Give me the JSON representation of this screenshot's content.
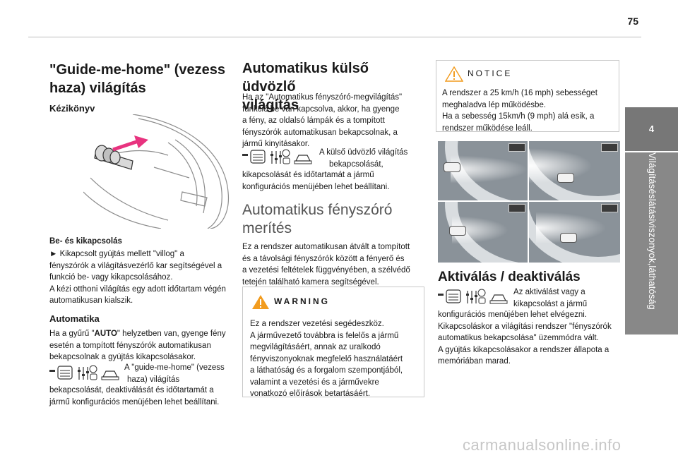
{
  "page_number": "75",
  "side_tab": {
    "number": "4",
    "label": "Világításéslátásiviszonyok,láthatóság"
  },
  "col1": {
    "title_line1": "\"Guide-me-home\" (vezess",
    "title_line2": "haza) világítás",
    "manual_heading": "Kézikönyv",
    "onoff_heading": "Be- és kikapcsolás",
    "onoff_l1": "► Kikapcsolt gyújtás mellett \"villog\" a",
    "onoff_l2": "fényszórók a világításvezérlő kar segítségével a",
    "onoff_l3": "funkció be- vagy kikapcsolásához.",
    "onoff_l4": "A kézi otthoni világítás egy adott időtartam végén",
    "onoff_l5": "automatikusan kialszik.",
    "auto_heading": "Automatika",
    "auto_l1a": "Ha a gyűrű \"",
    "auto_l1b": "AUTO",
    "auto_l1c": "\" helyzetben van, gyenge fény",
    "auto_l2": "esetén a tompított fényszórók automatikusan",
    "auto_l3": "bekapcsolnak a gyújtás kikapcsolásakor.",
    "auto_l4": "A \"guide-me-home\" (vezess",
    "auto_l5": "haza) világítás",
    "auto_l6": "bekapcsolását, deaktiválását és időtartamát a",
    "auto_l7": "jármű konfigurációs menüjében lehet beállítani."
  },
  "col2": {
    "title_line1": "Automatikus külső üdvözlő",
    "title_line2": "világítás",
    "p1_l1": "Ha az \"Automatikus fényszóró-megvilágítás\"",
    "p1_l2": "funkció be van kapcsolva, akkor, ha gyenge",
    "p1_l3": "a fény, az oldalsó lámpák és a tompított",
    "p1_l4": "fényszórók automatikusan bekapcsolnak, a",
    "p1_l5": "jármű kinyitásakor.",
    "p1_l6": "A külső üdvözlő világítás",
    "p1_l7": "bekapcsolását,",
    "p1_l8": "kikapcsolását és időtartamát a jármű",
    "p1_l9": "konfigurációs menüjében lehet beállítani.",
    "section_title_l1": "Automatikus fényszóró",
    "section_title_l2": "merítés",
    "p2_l1": "Ez a rendszer automatikusan átvált a tompított",
    "p2_l2": "és a távolsági fényszórók között a fényerő és",
    "p2_l3": "a vezetési feltételek függvényében, a szélvédő",
    "p2_l4": "tetején található kamera segítségével.",
    "warning_label": "WARNING",
    "w_l1": "Ez a rendszer vezetési segédeszköz.",
    "w_l2": "A járművezető továbbra is felelős a jármű",
    "w_l3": "megvilágításáért, annak az uralkodó",
    "w_l4": "fényviszonyoknak megfelelő használatáért",
    "w_l5": "a láthatóság és a forgalom szempontjából,",
    "w_l6": "valamint a vezetési és a járművekre",
    "w_l7": "vonatkozó előírások betartásáért."
  },
  "col3": {
    "notice_label": "NOTICE",
    "n_l1": "A rendszer a 25 km/h (16 mph) sebességet",
    "n_l2": "meghaladva lép működésbe.",
    "n_l3": "Ha a sebesség 15km/h (9 mph) alá esik, a",
    "n_l4": "rendszer működése leáll.",
    "act_title": "Aktiválás / deaktiválás",
    "a_l1": "Az aktiválást vagy a",
    "a_l2": "kikapcsolást a jármű",
    "a_l3": "konfigurációs menüjében lehet elvégezni.",
    "a_l4": "Kikapcsoláskor a világítási rendszer \"fényszórók",
    "a_l5": "automatikus bekapcsolása\" üzemmódra vált.",
    "a_l6": "A gyújtás kikapcsolásakor a rendszer állapota a",
    "a_l7": "memóriában marad."
  },
  "watermark": "carmanualsonline.info",
  "colors": {
    "accent_magenta": "#e8337f",
    "warning_orange": "#f29c1f",
    "tab_gray": "#888888"
  },
  "icons": [
    "headlamp-menu-icon",
    "settings-sliders-icon",
    "car-icon",
    "warning-triangle-icon",
    "notice-triangle-icon"
  ]
}
